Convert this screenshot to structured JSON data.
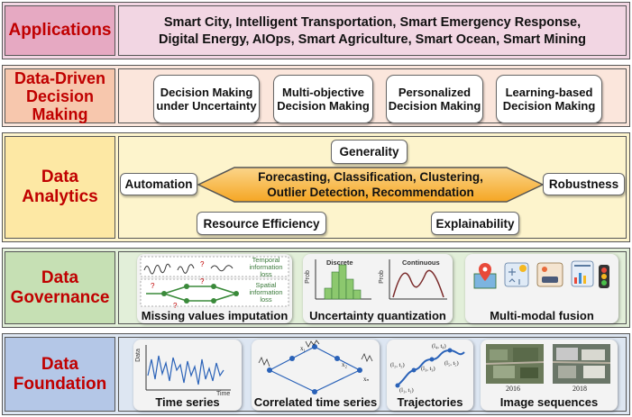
{
  "rows": {
    "applications": {
      "label": "Applications",
      "line1": "Smart City, Intelligent Transportation, Smart Emergency Response,",
      "line2": "Digital Energy, AIOps, Smart Agriculture, Smart Ocean, Smart Mining"
    },
    "decision": {
      "label": "Data-Driven Decision Making",
      "cards": [
        "Decision Making under Uncertainty",
        "Multi-objective Decision Making",
        "Personalized Decision Making",
        "Learning-based Decision Making"
      ]
    },
    "analytics": {
      "label": "Data Analytics",
      "generality": "Generality",
      "automation": "Automation",
      "robustness": "Robustness",
      "resource_efficiency": "Resource Efficiency",
      "explainability": "Explainability",
      "center_line1": "Forecasting, Classification, Clustering,",
      "center_line2": "Outlier Detection, Recommendation"
    },
    "governance": {
      "label": "Data Governance",
      "missing_caption": "Missing values imputation",
      "temporal_loss": "Temporal information loss",
      "spatial_loss": "Spatial information loss",
      "uncertainty_caption": "Uncertainty quantization",
      "discrete": "Discrete",
      "continuous": "Continuous",
      "prob": "Prob",
      "multimodal_caption": "Multi-modal fusion"
    },
    "foundation": {
      "label": "Data Foundation",
      "time_series": "Time series",
      "data_axis": "Data",
      "time_axis": "Time",
      "correlated": "Correlated time series",
      "trajectories": "Trajectories",
      "image_sequences": "Image sequences",
      "year_2016": "2016",
      "year_2018": "2018"
    }
  },
  "colors": {
    "applications_bg": "#f2d6e3",
    "applications_label_bg": "#e6a9c2",
    "decision_bg": "#fbe6dc",
    "decision_label_bg": "#f7c7ad",
    "analytics_bg": "#fdf4cc",
    "analytics_label_bg": "#fde8a4",
    "governance_bg": "#e2efd9",
    "governance_label_bg": "#c6e0b4",
    "foundation_bg": "#dde6f2",
    "foundation_label_bg": "#b4c7e7",
    "label_text": "#c00000"
  }
}
